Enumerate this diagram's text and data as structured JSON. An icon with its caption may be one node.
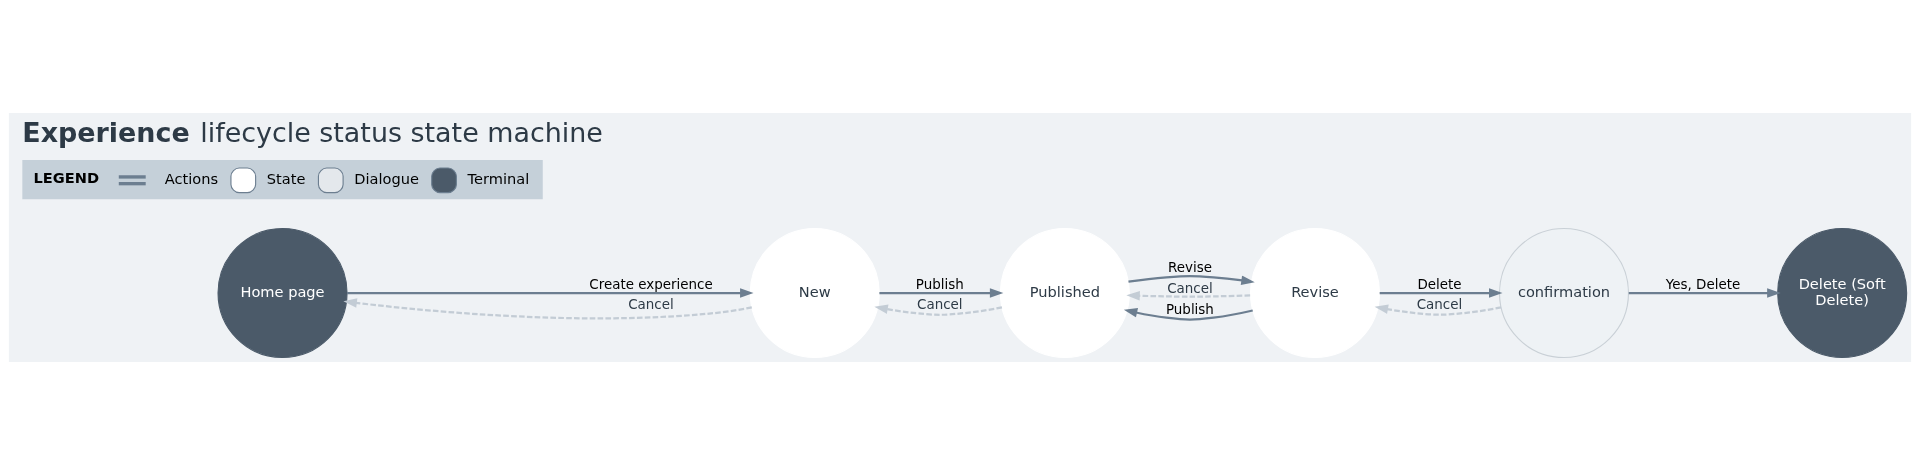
{
  "diagram": {
    "title": "**Experience** lifecycle status state machine",
    "nodes": [
      {
        "text": [
          "Home page"
        ]
      },
      {
        "text": [
          "New"
        ]
      },
      {
        "text": [
          "Published"
        ]
      },
      {
        "text": [
          "Revise"
        ]
      },
      {
        "text": [
          "confirmation"
        ]
      },
      {
        "text": [
          "Delete (Soft Delete)"
        ]
      }
    ],
    "edges": [
      {
        "from": 0,
        "to": 1,
        "arrow": "to",
        "label": "Create experience"
      },
      {
        "from": 1,
        "to": 0,
        "arrow": "to",
        "label": "Cancel",
        "style": "dashed",
        "color": "#c3ccd5"
      },
      {
        "from": 1,
        "to": 2,
        "arrow": "to",
        "label": "Publish"
      },
      {
        "from": 2,
        "to": 1,
        "arrow": "to",
        "label": "Cancel",
        "style": "dashed",
        "color": "#c3ccd5"
      },
      {
        "from": 2,
        "to": 3,
        "arrow": "to",
        "label": "Revise"
      },
      {
        "from": 3,
        "to": 2,
        "arrow": "to",
        "label": "Cancel",
        "style": "dashed",
        "color": "#c3ccd5"
      },
      {
        "from": 3,
        "to": 4,
        "arrow": "to",
        "label": "Delete"
      },
      {
        "from": 4,
        "to": 3,
        "arrow": "to",
        "label": "Cancel",
        "style": "dashed",
        "color": "#c3ccd5"
      },
      {
        "from": 4,
        "to": 5,
        "arrow": "to",
        "label": "Yes, Delete"
      },
      {
        "from": 3,
        "to": 2,
        "arrow": "to",
        "label": "Publish"
      }
    ],
    "labels": [
      "LEGEND"
    ],
    "legend": [
      {
        "text": "Actions"
      },
      {
        "text": "State",
        "color": "#ffffff"
      },
      {
        "text": "Dialogue",
        "color": "#e4e8ec"
      },
      {
        "text": "Terminal",
        "color": "#4b5a69"
      }
    ]
  }
}
